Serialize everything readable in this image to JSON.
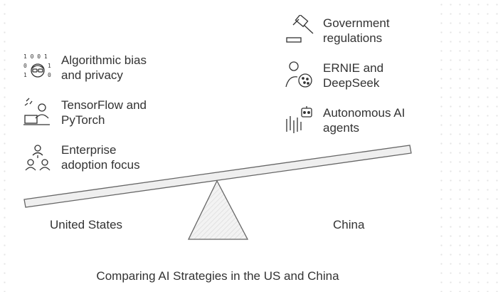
{
  "left": {
    "side_label": "United States",
    "items": [
      {
        "label": "Algorithmic bias\nand privacy",
        "icon": "binary-face-icon"
      },
      {
        "label": "TensorFlow and\nPyTorch",
        "icon": "laptop-user-icon"
      },
      {
        "label": "Enterprise\nadoption focus",
        "icon": "team-hierarchy-icon"
      }
    ]
  },
  "right": {
    "side_label": "China",
    "items": [
      {
        "label": "Government\nregulations",
        "icon": "gavel-icon"
      },
      {
        "label": "ERNIE and\nDeepSeek",
        "icon": "user-brain-icon"
      },
      {
        "label": "Autonomous AI\nagents",
        "icon": "robot-icon"
      }
    ]
  },
  "caption": "Comparing AI Strategies in the US and China",
  "colors": {
    "text": "#333333",
    "beam_fill": "#eeeeee",
    "stroke": "#555555"
  }
}
